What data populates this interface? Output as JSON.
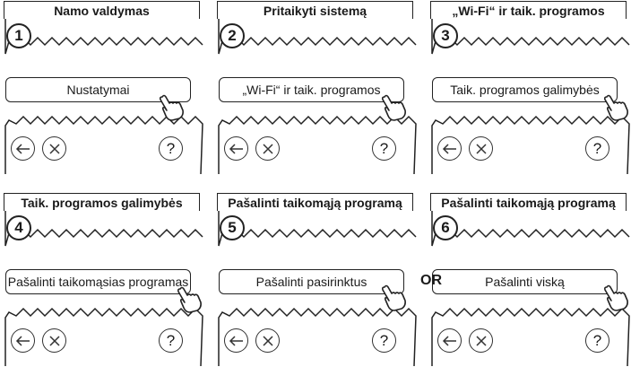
{
  "connector": "OR",
  "panels": [
    {
      "title": "Namo valdymas",
      "step": "1",
      "button": "Nustatymai"
    },
    {
      "title": "Pritaikyti sistemą",
      "step": "2",
      "button": "„Wi-Fi“ ir taik. programos"
    },
    {
      "title": "„Wi-Fi“ ir taik. programos",
      "step": "3",
      "button": "Taik. programos galimybės"
    },
    {
      "title": "Taik. programos galimybės",
      "step": "4",
      "button": "Pašalinti taikomąsias programas"
    },
    {
      "title": "Pašalinti taikomąją programą",
      "step": "5",
      "button": "Pašalinti pasirinktus"
    },
    {
      "title": "Pašalinti taikomąją programą",
      "step": "6",
      "button": "Pašalinti viską"
    }
  ],
  "icons": {
    "back": "back-arrow-icon",
    "cancel": "cancel-x-icon",
    "help": "help-question-icon",
    "pointer": "hand-pointer-icon"
  },
  "help_glyph": "?"
}
